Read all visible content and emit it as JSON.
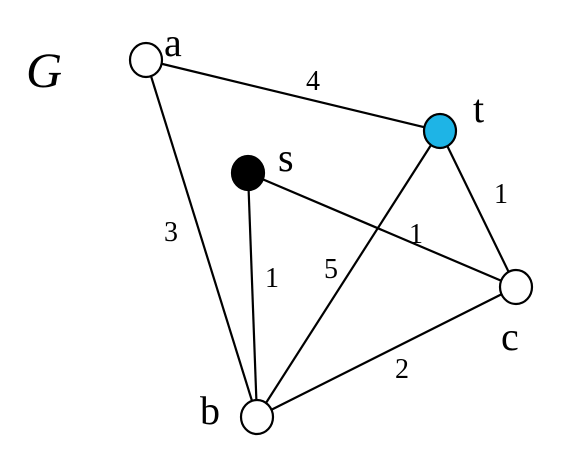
{
  "graph": {
    "name": "G",
    "nodes": [
      {
        "id": "a",
        "label": "a",
        "fill": "#ffffff",
        "label_color": "#000000"
      },
      {
        "id": "t",
        "label": "t",
        "fill": "#1eb4e6",
        "label_color": "#1a3a8c"
      },
      {
        "id": "s",
        "label": "s",
        "fill": "#000000",
        "label_color": "#000000"
      },
      {
        "id": "c",
        "label": "c",
        "fill": "#ffffff",
        "label_color": "#000000"
      },
      {
        "id": "b",
        "label": "b",
        "fill": "#ffffff",
        "label_color": "#000000"
      }
    ],
    "edges": [
      {
        "id": "a-t",
        "from": "a",
        "to": "t",
        "weight": "4"
      },
      {
        "id": "a-b",
        "from": "a",
        "to": "b",
        "weight": "3"
      },
      {
        "id": "t-c",
        "from": "t",
        "to": "c",
        "weight": "1"
      },
      {
        "id": "t-b",
        "from": "t",
        "to": "b",
        "weight": "5"
      },
      {
        "id": "s-c",
        "from": "s",
        "to": "c",
        "weight": "1"
      },
      {
        "id": "s-b",
        "from": "s",
        "to": "b",
        "weight": "1"
      },
      {
        "id": "b-c",
        "from": "b",
        "to": "c",
        "weight": "2"
      }
    ]
  }
}
